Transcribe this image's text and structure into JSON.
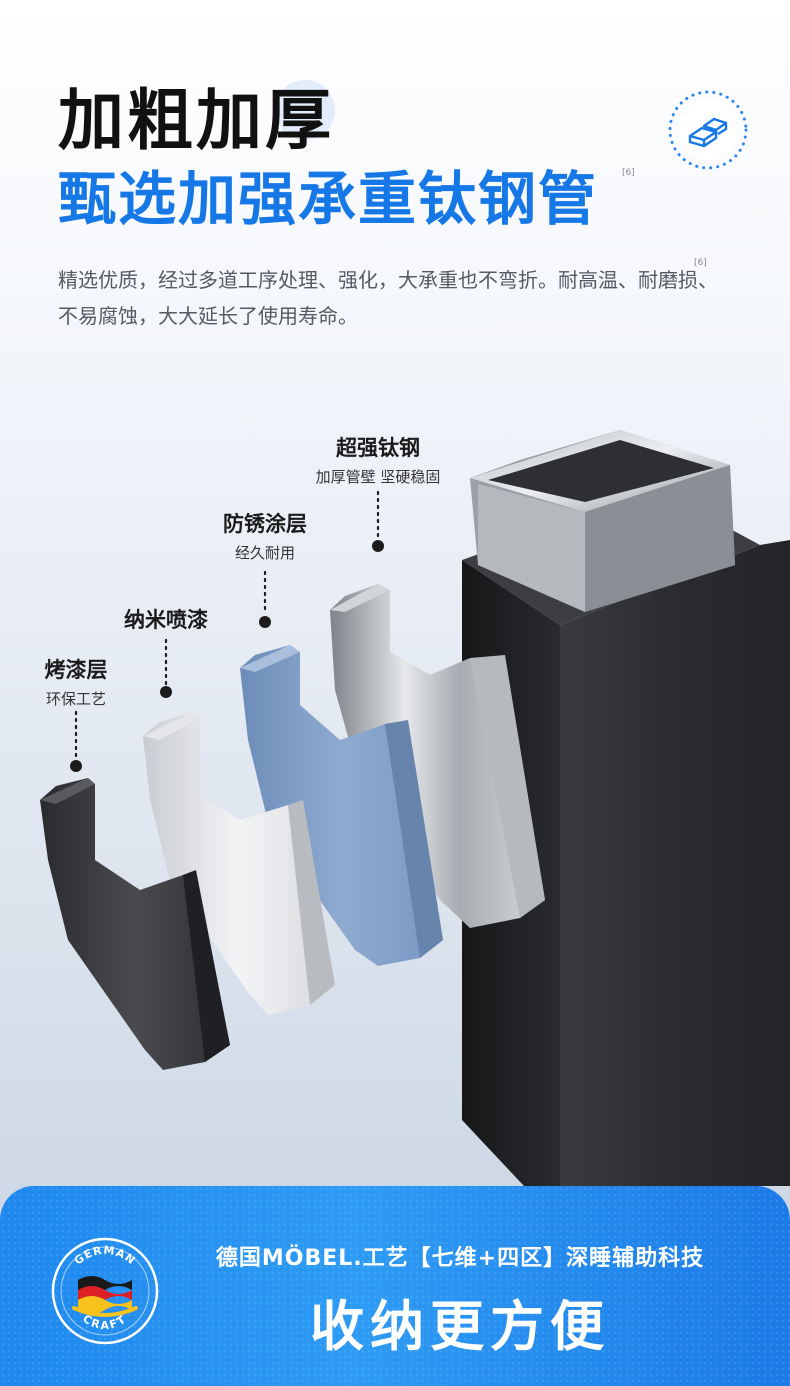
{
  "header": {
    "title_line1": "加粗加厚",
    "title_line2": "甄选加强承重钛钢管",
    "ref_mark": "[6]",
    "description": "精选优质，经过多道工序处理、强化，大承重也不弯折。耐高温、耐磨损、不易腐蚀，大大延长了使用寿命。",
    "description_ref_mark": "[6]",
    "badge_icon": "steel-ingots-icon"
  },
  "layers": [
    {
      "title": "超强钛钢",
      "subtitle": "加厚管壁 坚硬稳固"
    },
    {
      "title": "防锈涂层",
      "subtitle": "经久耐用"
    },
    {
      "title": "纳米喷漆",
      "subtitle": ""
    },
    {
      "title": "烤漆层",
      "subtitle": "环保工艺"
    }
  ],
  "banner": {
    "subtitle": "德国MÖBEL.工艺【七维+四区】深睡辅助科技",
    "title": "收纳更方便",
    "seal_top_text": "GERMAN",
    "seal_bottom_text": "CRAFT",
    "seal_icon": "german-flag-icon"
  },
  "colors": {
    "accent_blue": "#1677e6",
    "banner_blue": "#1e88ee",
    "title_black": "#111111"
  }
}
